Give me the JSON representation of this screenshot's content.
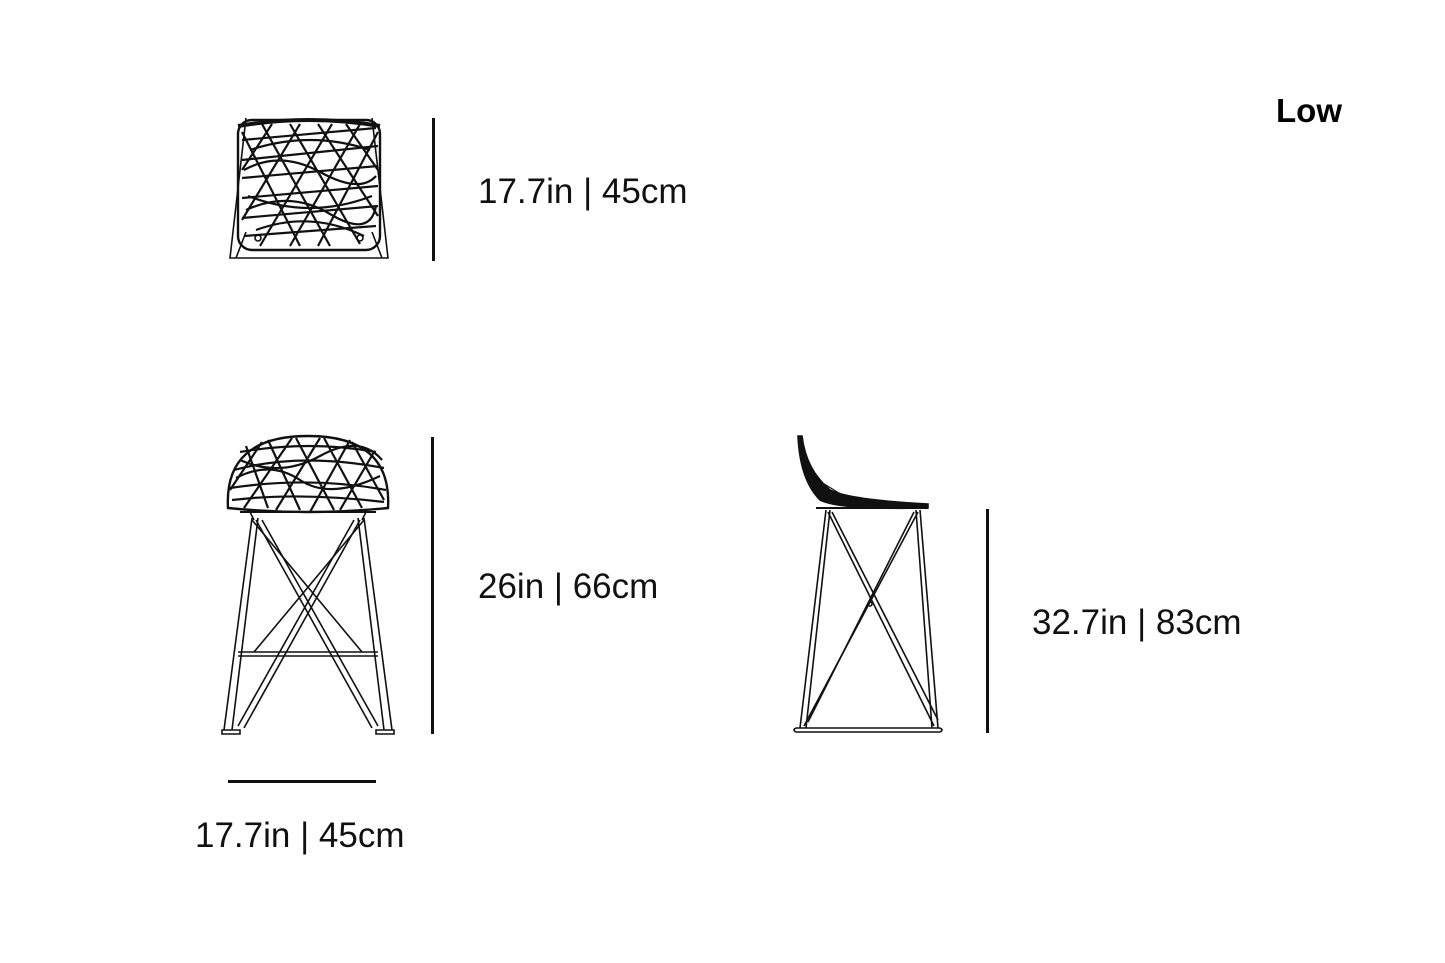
{
  "title": "Low",
  "views": {
    "top": {
      "depth_label": "17.7in | 45cm"
    },
    "front": {
      "height_label": "26in | 66cm",
      "width_label": "17.7in | 45cm"
    },
    "side": {
      "height_label": "32.7in | 83cm"
    }
  },
  "colors": {
    "line": "#111111",
    "background": "#ffffff"
  }
}
